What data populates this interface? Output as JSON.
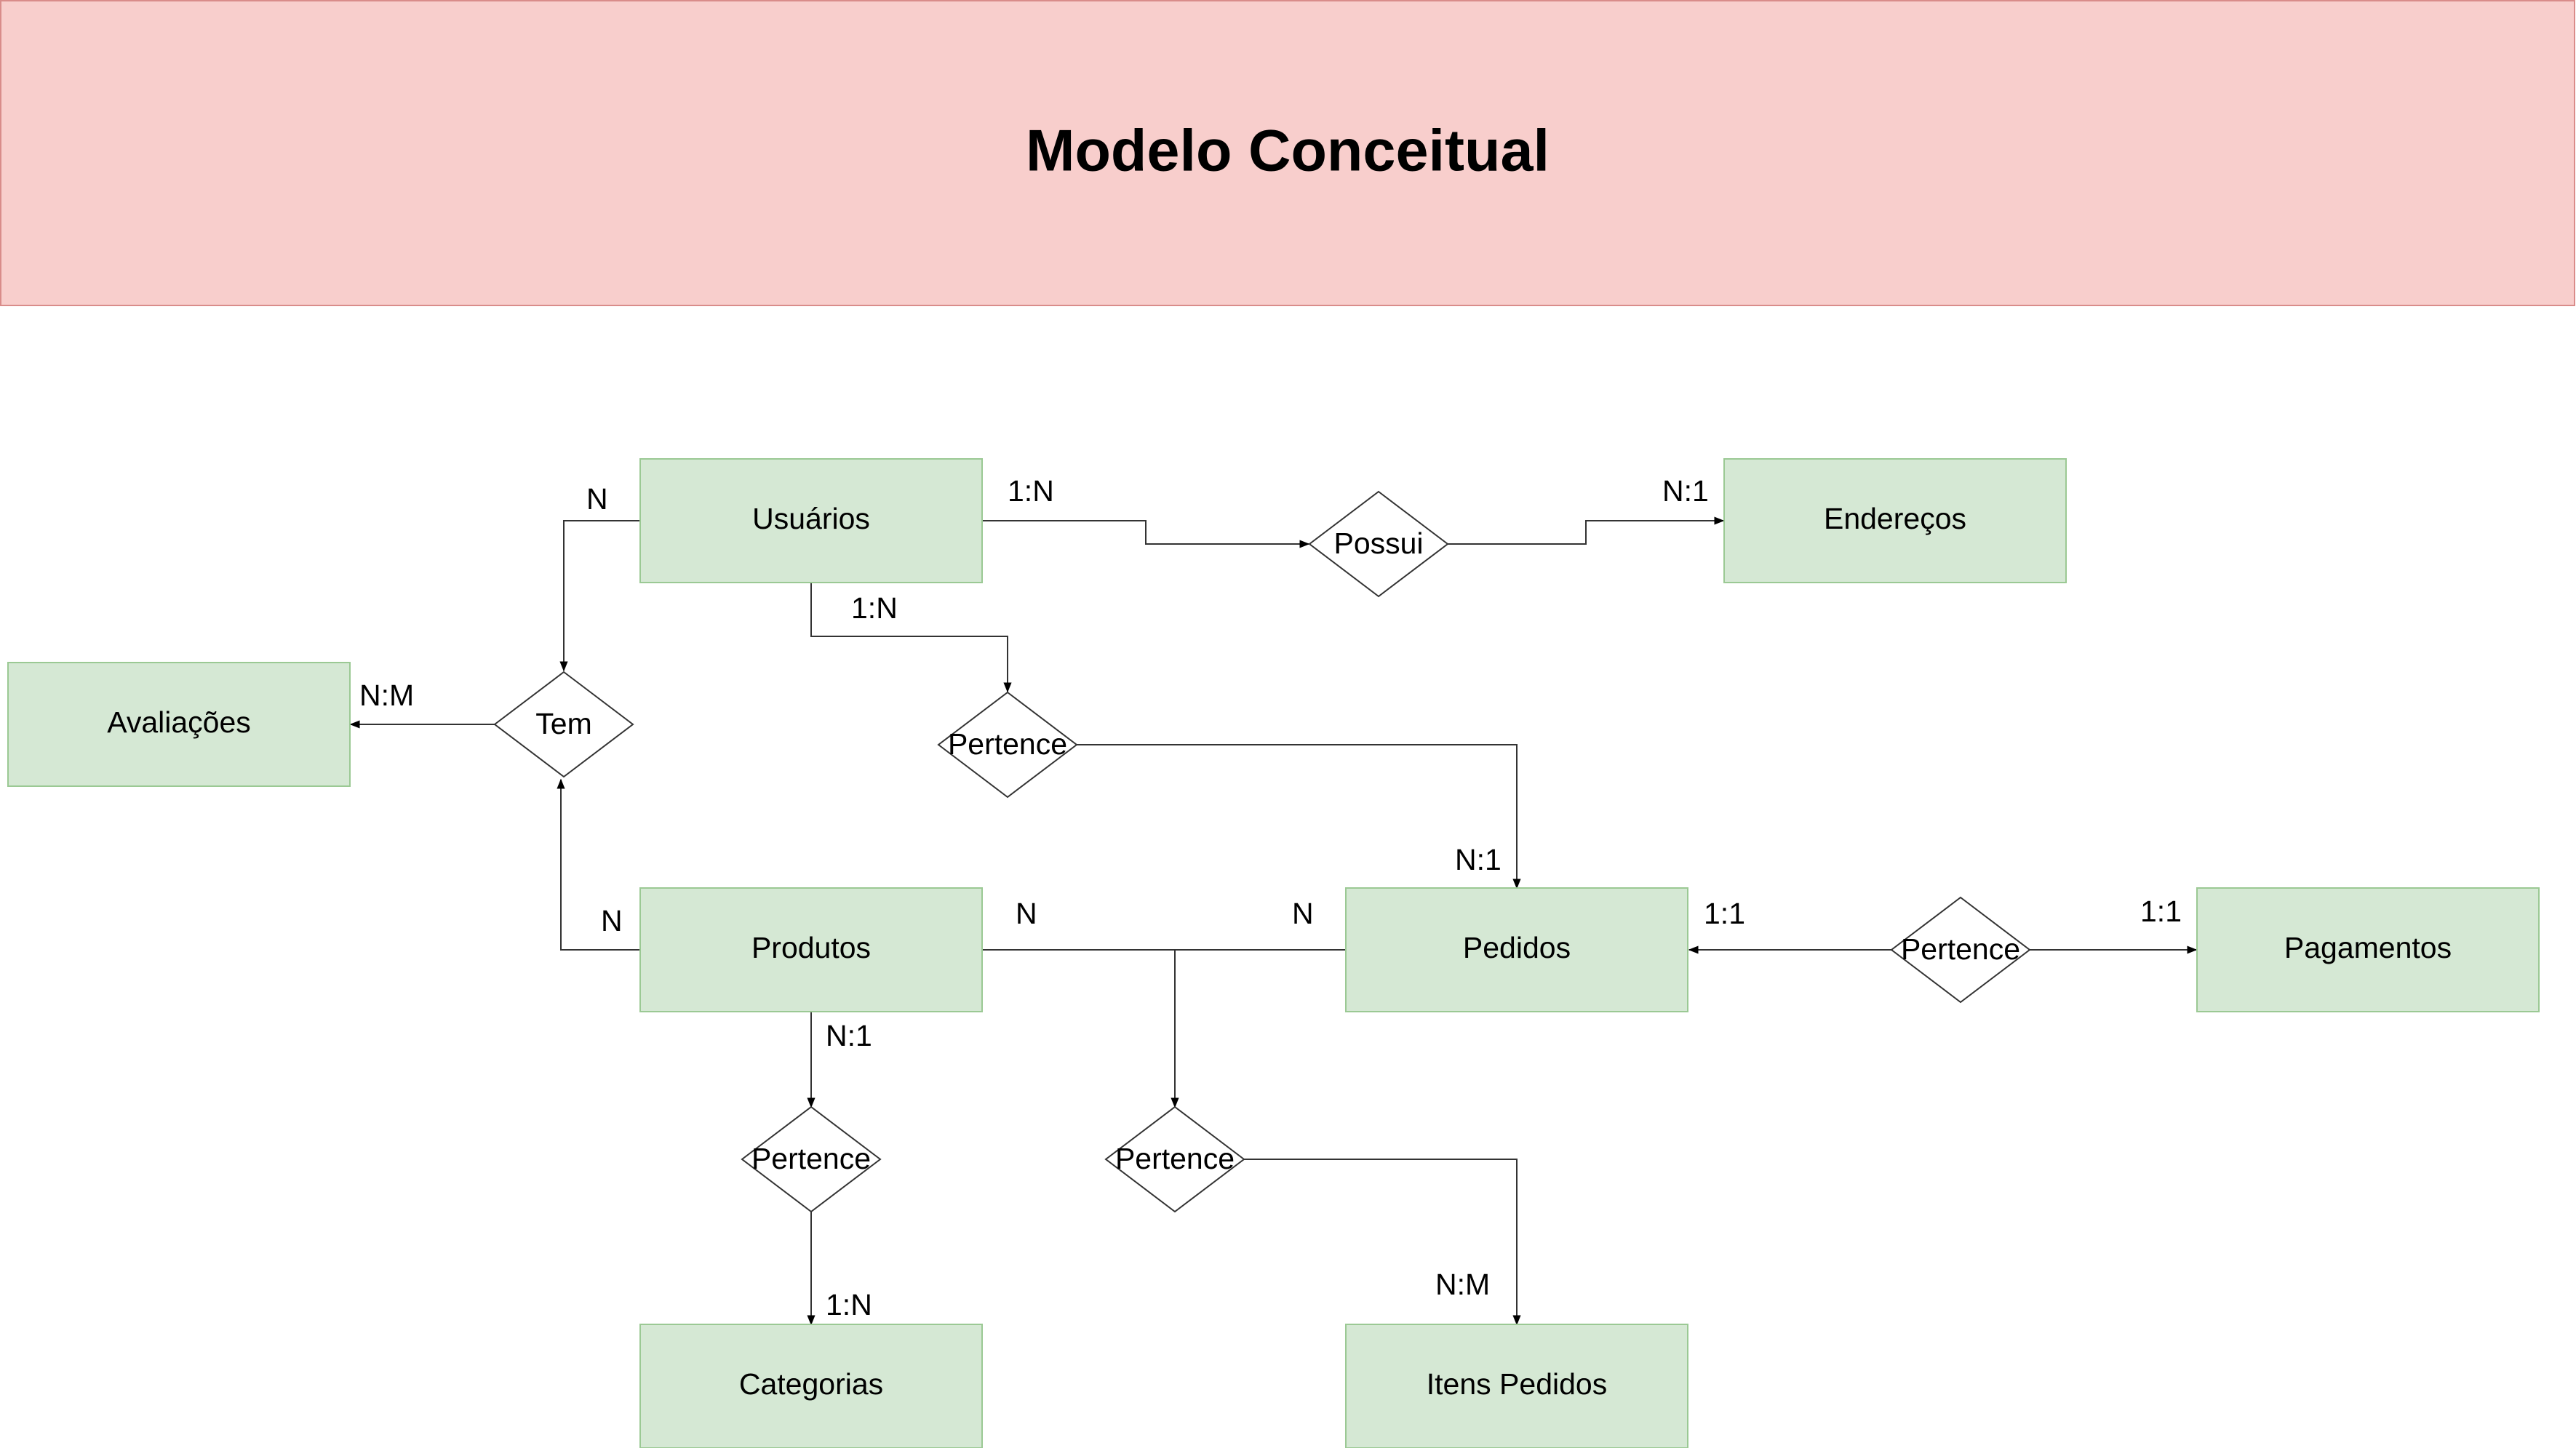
{
  "title": "Modelo Conceitual",
  "colors": {
    "title_fill": "#f8cecc",
    "title_stroke": "#d98c8a",
    "entity_fill": "#d5e8d4",
    "entity_stroke": "#9bc994",
    "line": "#333333"
  },
  "entities": {
    "usuarios": "Usuários",
    "enderecos": "Endereços",
    "avaliacoes": "Avaliações",
    "produtos": "Produtos",
    "pedidos": "Pedidos",
    "pagamentos": "Pagamentos",
    "categorias": "Categorias",
    "itens_pedidos": "Itens Pedidos"
  },
  "relationships": {
    "possui": "Possui",
    "tem": "Tem",
    "pertence_usuarios_pedidos": "Pertence",
    "pertence_pedidos_pagamentos": "Pertence",
    "pertence_produtos_categorias": "Pertence",
    "pertence_itens": "Pertence"
  },
  "cardinalities": {
    "usuarios_possui": "1:N",
    "possui_enderecos": "N:1",
    "usuarios_tem": "N",
    "tem_avaliacoes": "N:M",
    "usuarios_pertence": "1:N",
    "pertence_pedidos": "N:1",
    "produtos_tem": "N",
    "produtos_itens": "N",
    "pedidos_itens": "N",
    "pedidos_pagamento": "1:1",
    "pagamentos_pertence": "1:1",
    "produtos_categoria": "N:1",
    "categorias": "1:N",
    "itens_pedidos": "N:M"
  }
}
